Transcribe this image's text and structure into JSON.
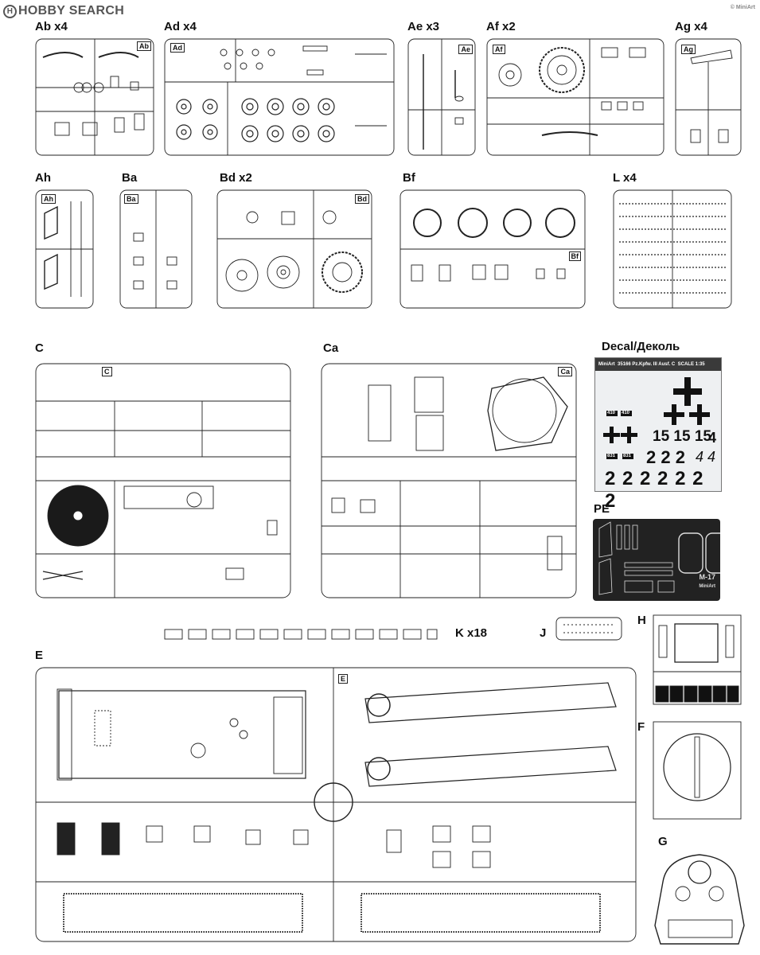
{
  "header": {
    "logo_text": "HOBBY SEARCH",
    "watermark": "© MiniArt"
  },
  "sprues": [
    {
      "id": "Ab",
      "label": "Ab x4",
      "tag": "Ab"
    },
    {
      "id": "Ad",
      "label": "Ad x4",
      "tag": "Ad"
    },
    {
      "id": "Ae",
      "label": "Ae x3",
      "tag": "Ae"
    },
    {
      "id": "Af",
      "label": "Af x2",
      "tag": "Af"
    },
    {
      "id": "Ag",
      "label": "Ag x4",
      "tag": "Ag"
    },
    {
      "id": "Ah",
      "label": "Ah",
      "tag": "Ah"
    },
    {
      "id": "Ba",
      "label": "Ba",
      "tag": "Ba"
    },
    {
      "id": "Bd",
      "label": "Bd x2",
      "tag": "Bd"
    },
    {
      "id": "Bf",
      "label": "Bf",
      "tag": "Bf"
    },
    {
      "id": "L",
      "label": "L x4",
      "tag": ""
    },
    {
      "id": "C",
      "label": "C",
      "tag": "C"
    },
    {
      "id": "Ca",
      "label": "Ca",
      "tag": "Ca"
    },
    {
      "id": "K",
      "label": "K x18",
      "tag": ""
    },
    {
      "id": "J",
      "label": "J",
      "tag": ""
    },
    {
      "id": "H",
      "label": "H",
      "tag": ""
    },
    {
      "id": "E",
      "label": "E",
      "tag": "E"
    },
    {
      "id": "F",
      "label": "F",
      "tag": ""
    },
    {
      "id": "G",
      "label": "G",
      "tag": ""
    }
  ],
  "decal": {
    "label": "Decal/Деколь",
    "title": "35166 Pz.Kpfw. III Ausf. C",
    "scale": "SCALE 1:35",
    "brand": "MiniArt",
    "big_15": "15 15 15",
    "big_4": "4",
    "row_2a": "2 2 2",
    "row_44": "4 4",
    "row_2b": "2 2 2 2 2 2 2",
    "small_a": "410",
    "small_b": "410",
    "small_c": "831",
    "small_d": "831"
  },
  "pe": {
    "label": "PE",
    "code": "M-17",
    "brand": "MiniArt"
  }
}
